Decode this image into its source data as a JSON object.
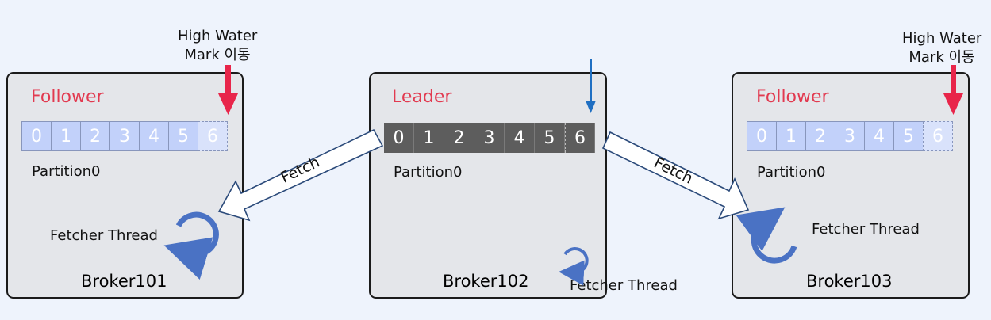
{
  "brokers": [
    {
      "name": "Broker101",
      "role": "Follower",
      "partition": "Partition0",
      "offsets": [
        "0",
        "1",
        "2",
        "3",
        "4",
        "5",
        "6"
      ],
      "fetcher_label": "Fetcher Thread",
      "hwm_line1": "High Water",
      "hwm_line2": "Mark 이동"
    },
    {
      "name": "Broker102",
      "role": "Leader",
      "partition": "Partition0",
      "offsets": [
        "0",
        "1",
        "2",
        "3",
        "4",
        "5",
        "6"
      ],
      "fetcher_label": "Fetcher Thread"
    },
    {
      "name": "Broker103",
      "role": "Follower",
      "partition": "Partition0",
      "offsets": [
        "0",
        "1",
        "2",
        "3",
        "4",
        "5",
        "6"
      ],
      "fetcher_label": "Fetcher Thread",
      "hwm_line1": "High Water",
      "hwm_line2": "Mark 이동"
    }
  ],
  "arrows": {
    "left_fetch_label": "Fetch",
    "right_fetch_label": "Fetch"
  },
  "colors": {
    "role_text": "#e23a50",
    "hwm_arrow": "#e8254a",
    "write_arrow": "#1f6fc2",
    "cycle_icon": "#4a72c4",
    "follower_cell": "#c2d1fa",
    "leader_cell": "#5d5d5d"
  },
  "icons": {
    "hwm_marker": "down-arrow-icon",
    "write_marker": "down-arrow-icon",
    "fetcher": "cycle-arrow-icon"
  }
}
